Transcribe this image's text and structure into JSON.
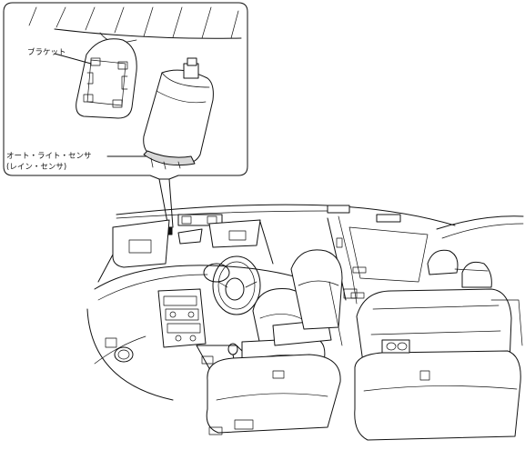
{
  "labels": {
    "bracket": "ブラケット",
    "sensor_line1": "オート・ライト・センサ",
    "sensor_line2": "(レイン・センサ)"
  }
}
